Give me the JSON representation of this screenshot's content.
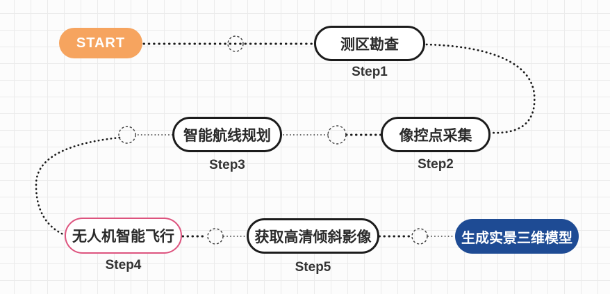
{
  "nodes": [
    {
      "id": "start",
      "label": "START"
    },
    {
      "id": "step1",
      "label": "测区勘查",
      "step": "Step1"
    },
    {
      "id": "step2",
      "label": "像控点采集",
      "step": "Step2"
    },
    {
      "id": "step3",
      "label": "智能航线规划",
      "step": "Step3"
    },
    {
      "id": "step4",
      "label": "无人机智能飞行",
      "step": "Step4"
    },
    {
      "id": "step5",
      "label": "获取高清倾斜影像",
      "step": "Step5"
    },
    {
      "id": "end",
      "label": "生成实景三维模型"
    }
  ],
  "colors": {
    "start_fill": "#f6a45f",
    "end_fill": "#1e4b94",
    "highlight_border": "#dd537e",
    "node_border": "#1c1c1c",
    "step_color": "#333333",
    "grid_line": "#ebebeb",
    "wire_color": "#1a1a1a"
  }
}
